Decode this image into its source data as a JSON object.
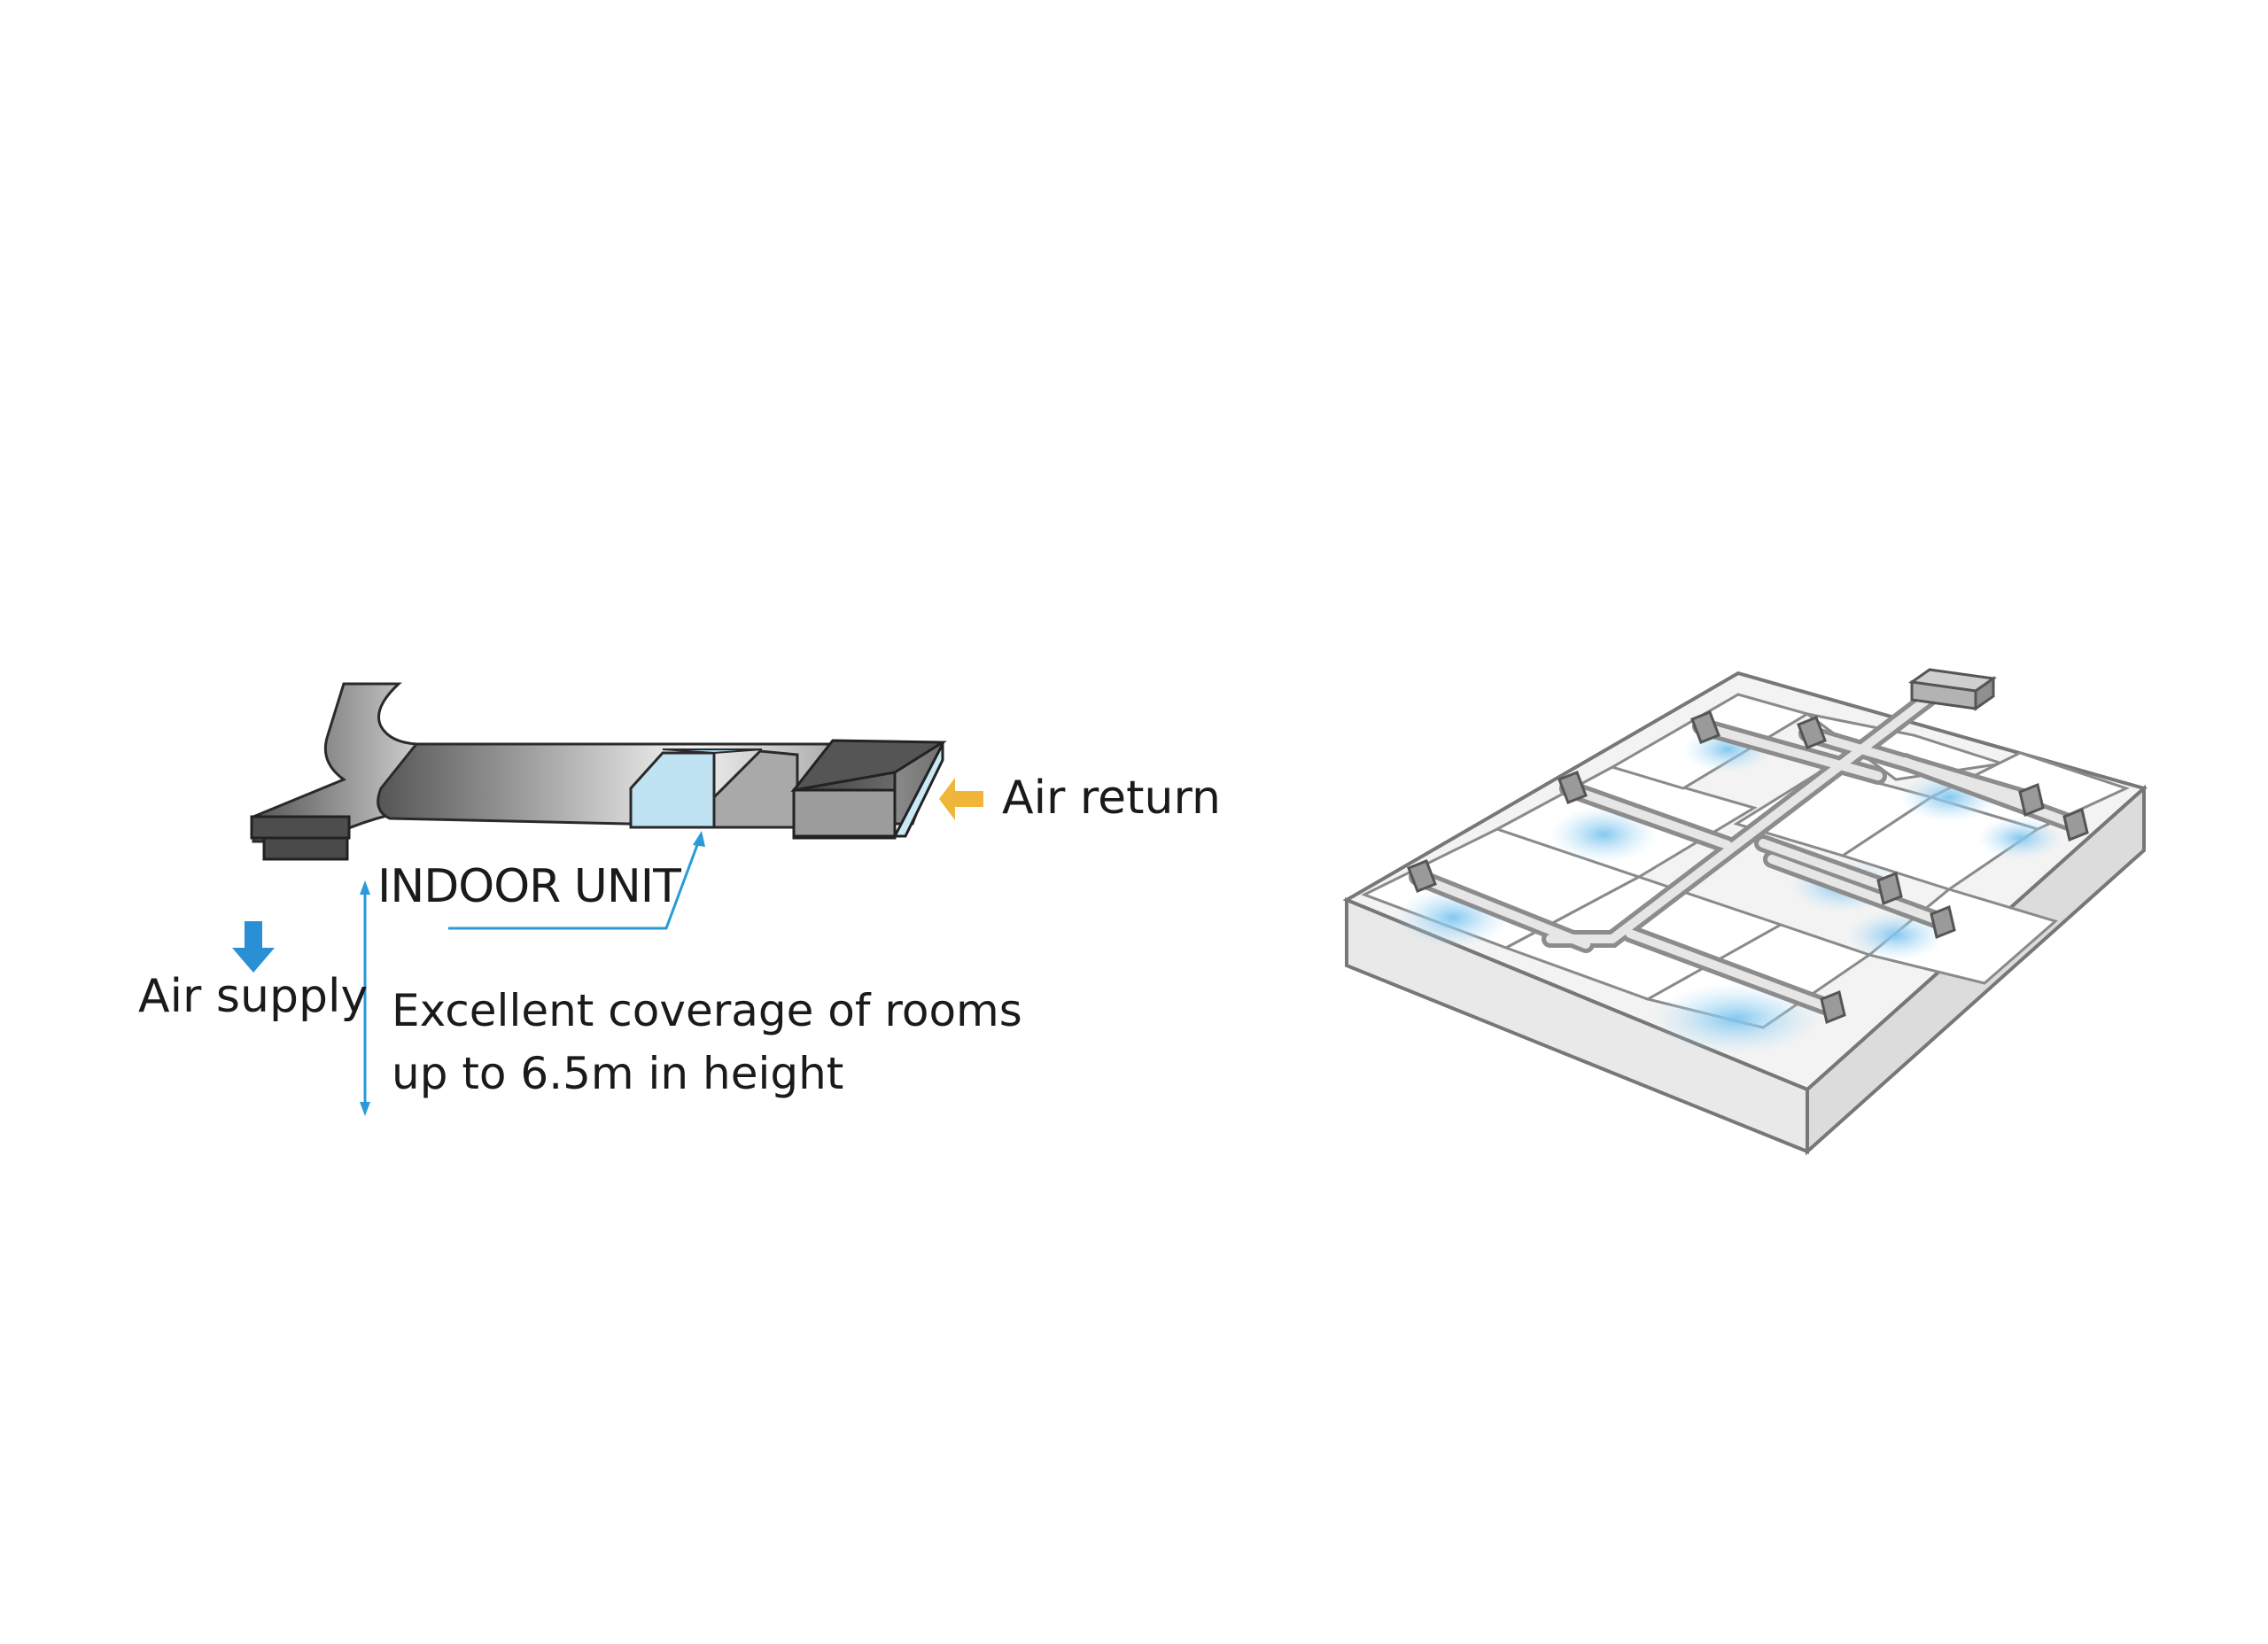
{
  "labels": {
    "air_return": "Air return",
    "indoor_unit": "INDOOR UNIT",
    "air_supply": "Air supply",
    "coverage_line1": "Excellent coverage of rooms",
    "coverage_line2": "up to 6.5m in height"
  },
  "colors": {
    "air_supply_arrow": "#2b8fd6",
    "air_return_arrow": "#f0b63a",
    "leader_line": "#2a9ad8",
    "unit_highlight": "#bfe3f3",
    "duct_dark": "#5e5e5e",
    "duct_light": "#e8e8e8",
    "airflow": "#8fcdf0"
  }
}
